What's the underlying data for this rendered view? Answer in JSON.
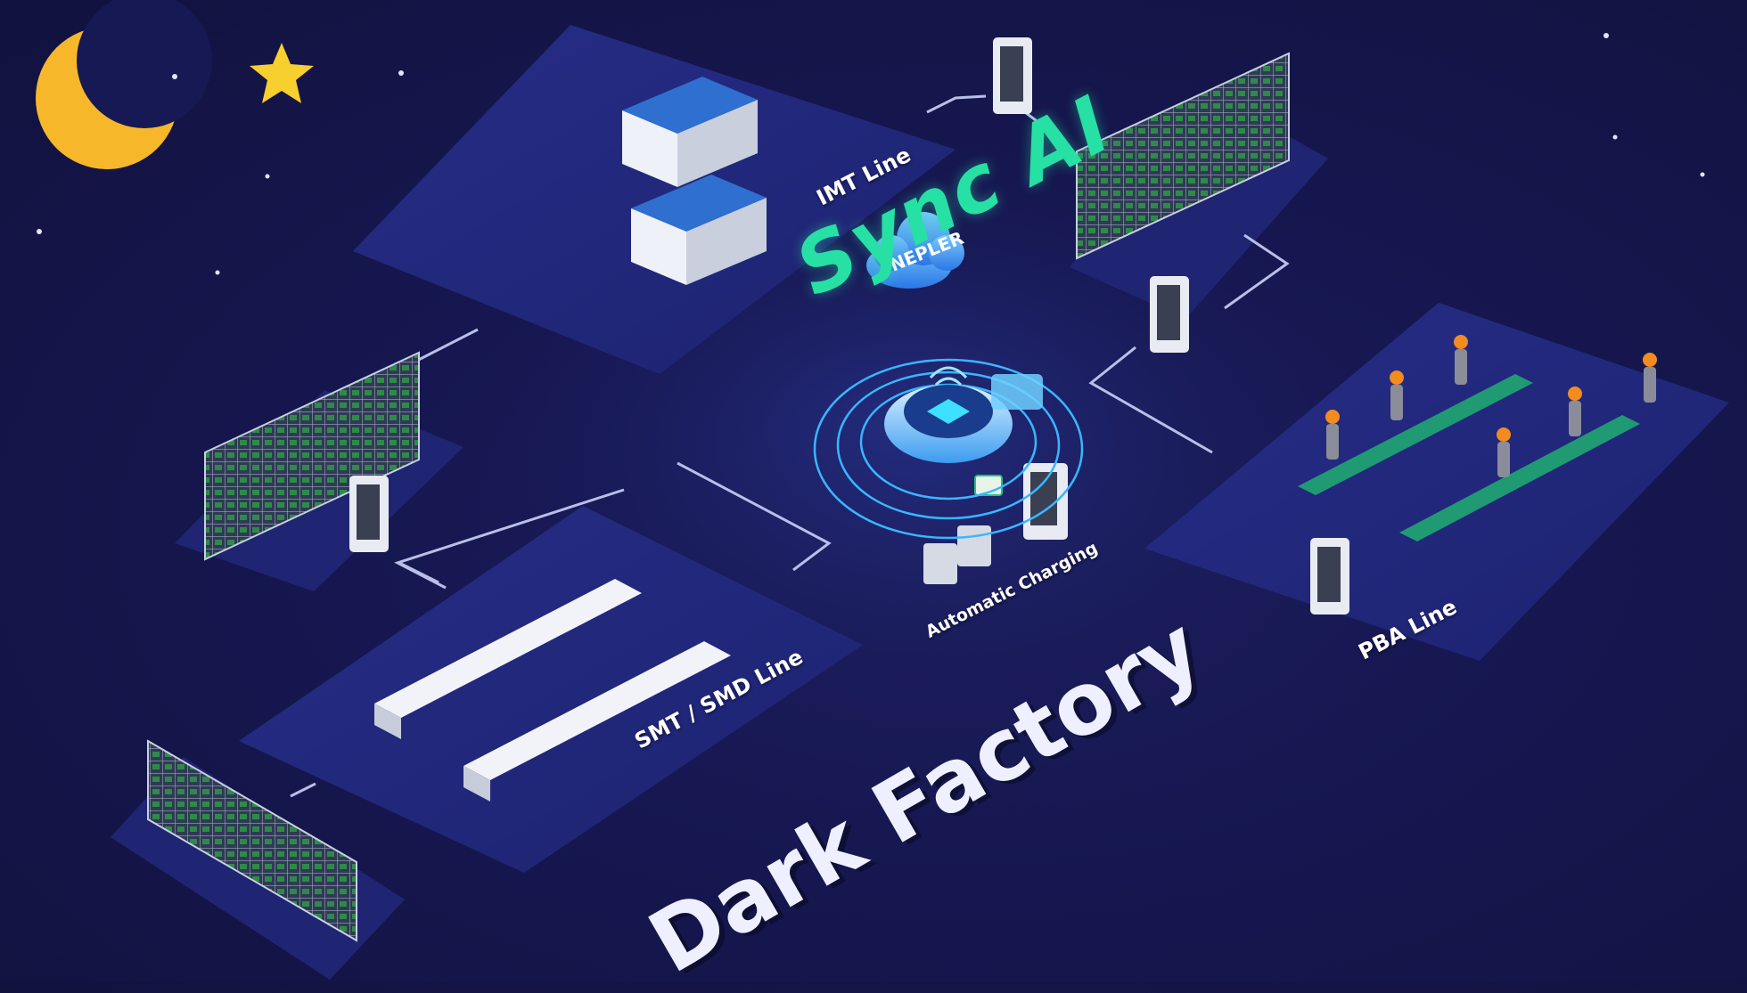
{
  "title": "Dark Factory",
  "ai": {
    "headline": "Sync AI",
    "cloud_label": "NEPLER"
  },
  "areas": {
    "imt": "IMT Line",
    "smt": "SMT / SMD Line",
    "pba": "PBA Line",
    "charging": "Automatic Charging"
  },
  "colors": {
    "background": "#161750",
    "platform": "#22287a",
    "accent_green": "#27e0a4",
    "hub_blue": "#3aa8ff",
    "moon": "#f6b82a",
    "worker_helmet": "#f28c1e",
    "worker_suit": "#8a8d99",
    "conveyor": "#1f9a73"
  },
  "icons": [
    "moon-icon",
    "star-icon",
    "cloud-icon",
    "wifi-icon",
    "chip-hub-icon",
    "charging-station-icon",
    "agv-robot-icon",
    "storage-rack-icon",
    "worker-icon"
  ]
}
